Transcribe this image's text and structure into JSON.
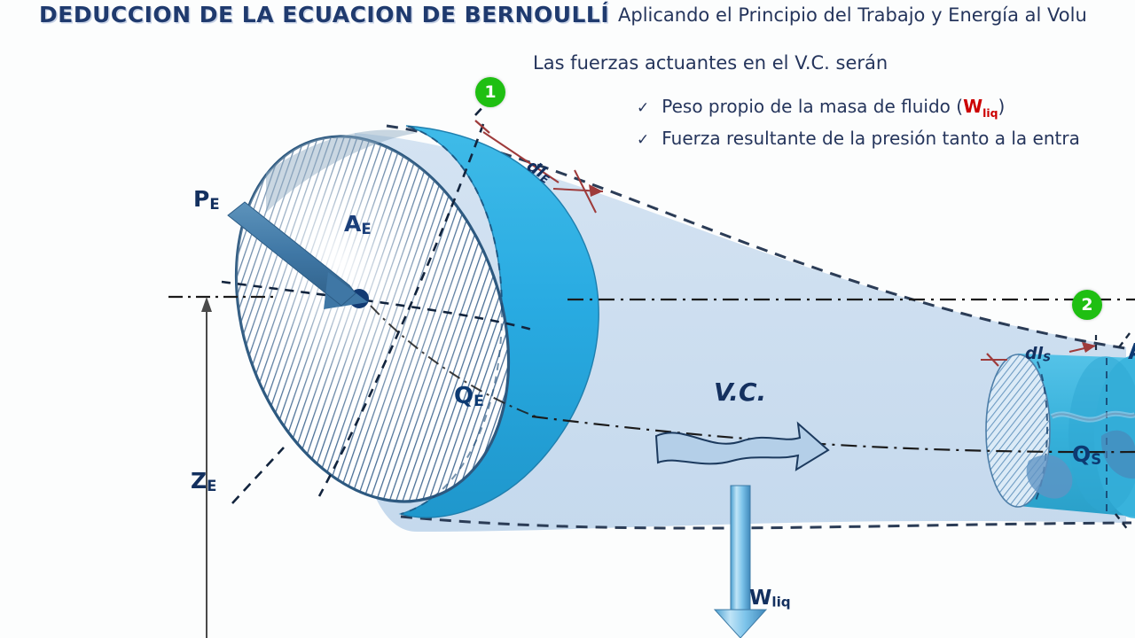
{
  "slide": {
    "title": "DEDUCCION DE LA ECUACION DE BERNOULLÍ",
    "background_color": "#fcfdfd",
    "title_color": "#1f3a6e"
  },
  "text_panel": {
    "header": "Aplicando el Principio del Trabajo y Energía al Volu",
    "subheader": "Las fuerzas actuantes en el V.C. serán",
    "bullets": [
      {
        "check": "✓",
        "text_before": "Peso propio de la masa de fluido (",
        "highlight": "W",
        "highlight_sub": "liq",
        "text_after": ")",
        "highlight_color": "#cc0000"
      },
      {
        "check": "✓",
        "text_before": "Fuerza resultante de la presión tanto a la entra",
        "highlight": "",
        "highlight_sub": "",
        "text_after": ""
      }
    ]
  },
  "diagram": {
    "badges": [
      {
        "number": "1",
        "color": "#1fbf12"
      },
      {
        "number": "2",
        "color": "#1fbf12"
      }
    ],
    "labels": {
      "pressure_inlet": {
        "base": "P",
        "sub": "E"
      },
      "area_inlet": {
        "base": "A",
        "sub": "E"
      },
      "flow_inlet": {
        "base": "Q",
        "sub": "E"
      },
      "elevation_inlet": {
        "base": "Z",
        "sub": "E"
      },
      "control_volume": "V.C.",
      "weight": {
        "base": "W",
        "sub": "liq"
      },
      "flow_outlet": {
        "base": "Q",
        "sub": "S"
      },
      "area_outlet": {
        "base": "A",
        "sub": ""
      },
      "length_inlet": {
        "base": "dl",
        "sub": "E"
      },
      "length_outlet": {
        "base": "dl",
        "sub": "S"
      }
    },
    "colors": {
      "cylinder_face_hatch": "#3a6590",
      "cylinder_body_cyan": "#29abe2",
      "control_volume_fill": "#cfe0f0",
      "boundary_dash": "#2b3c56",
      "dimension_red": "#9e3b3b",
      "arrow_blue": "#3f77a5",
      "weight_arrow": "#7ec2ea",
      "label_navy": "#13305f"
    }
  }
}
